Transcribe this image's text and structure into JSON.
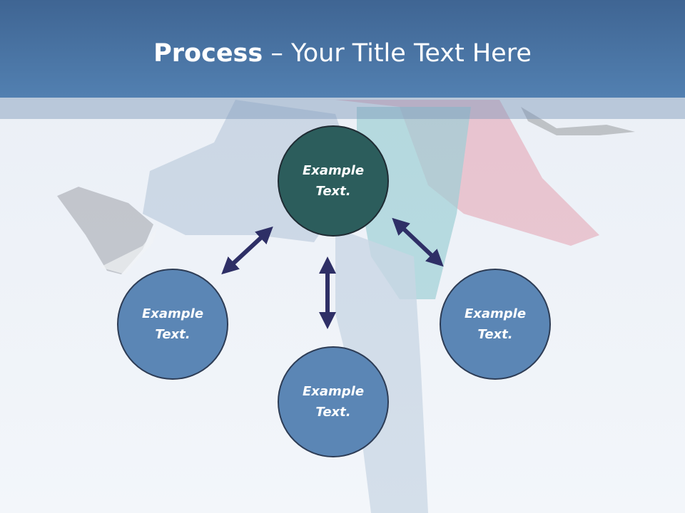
{
  "title": {
    "bold": "Process",
    "rest": " – Your Title Text Here"
  },
  "nodes": {
    "center": "Example Text.",
    "left": "Example Text.",
    "bottom": "Example Text.",
    "right": "Example Text."
  },
  "colors": {
    "title_bar": "#4a76a8",
    "center_node": "#2c5d5c",
    "outer_node": "#5b86b5",
    "arrow": "#2e2f66"
  }
}
